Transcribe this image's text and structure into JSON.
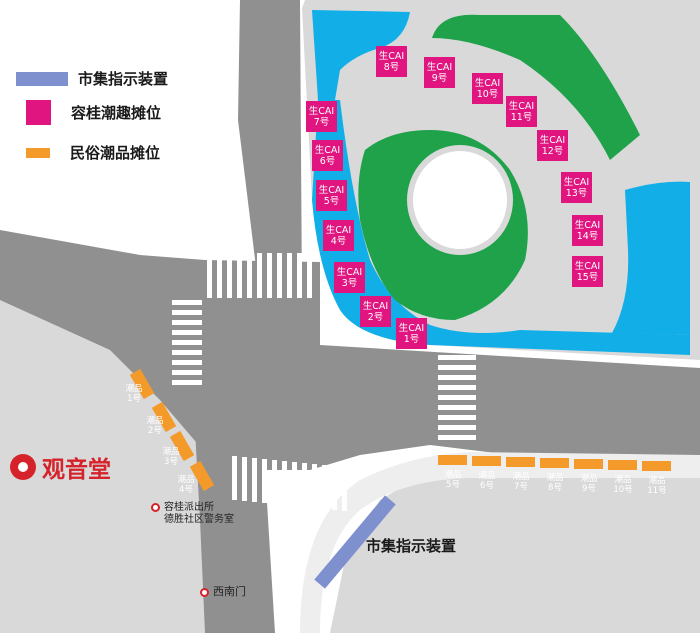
{
  "legend": {
    "indicator": "市集指示装置",
    "trend_stall": "容桂潮趣摊位",
    "folk_stall": "民俗潮品摊位"
  },
  "colors": {
    "road": "#909090",
    "block": "#d9d9d9",
    "water": "#12aee8",
    "grass": "#1fa24a",
    "trend_stall": "#e0157f",
    "folk_stall": "#f39a2b",
    "indicator": "#7f90cf",
    "poi": "#d6232b"
  },
  "trend_stalls": [
    {
      "l1": "生CAI",
      "l2": "1号"
    },
    {
      "l1": "生CAI",
      "l2": "2号"
    },
    {
      "l1": "生CAI",
      "l2": "3号"
    },
    {
      "l1": "生CAI",
      "l2": "4号"
    },
    {
      "l1": "生CAI",
      "l2": "5号"
    },
    {
      "l1": "生CAI",
      "l2": "6号"
    },
    {
      "l1": "生CAI",
      "l2": "7号"
    },
    {
      "l1": "生CAI",
      "l2": "8号"
    },
    {
      "l1": "生CAI",
      "l2": "9号"
    },
    {
      "l1": "生CAI",
      "l2": "10号"
    },
    {
      "l1": "生CAI",
      "l2": "11号"
    },
    {
      "l1": "生CAI",
      "l2": "12号"
    },
    {
      "l1": "生CAI",
      "l2": "13号"
    },
    {
      "l1": "生CAI",
      "l2": "14号"
    },
    {
      "l1": "生CAI",
      "l2": "15号"
    }
  ],
  "folk_stalls": [
    {
      "l1": "潮品",
      "l2": "1号"
    },
    {
      "l1": "潮品",
      "l2": "2号"
    },
    {
      "l1": "潮品",
      "l2": "3号"
    },
    {
      "l1": "潮品",
      "l2": "4号"
    },
    {
      "l1": "潮品",
      "l2": "5号"
    },
    {
      "l1": "潮品",
      "l2": "6号"
    },
    {
      "l1": "潮品",
      "l2": "7号"
    },
    {
      "l1": "潮品",
      "l2": "8号"
    },
    {
      "l1": "潮品",
      "l2": "9号"
    },
    {
      "l1": "潮品",
      "l2": "10号"
    },
    {
      "l1": "潮品",
      "l2": "11号"
    }
  ],
  "pois": {
    "guanyin": "观音堂",
    "police_l1": "容桂派出所",
    "police_l2": "德胜社区警务室",
    "south_gate": "西南门"
  },
  "indicator_label": "市集指示装置"
}
